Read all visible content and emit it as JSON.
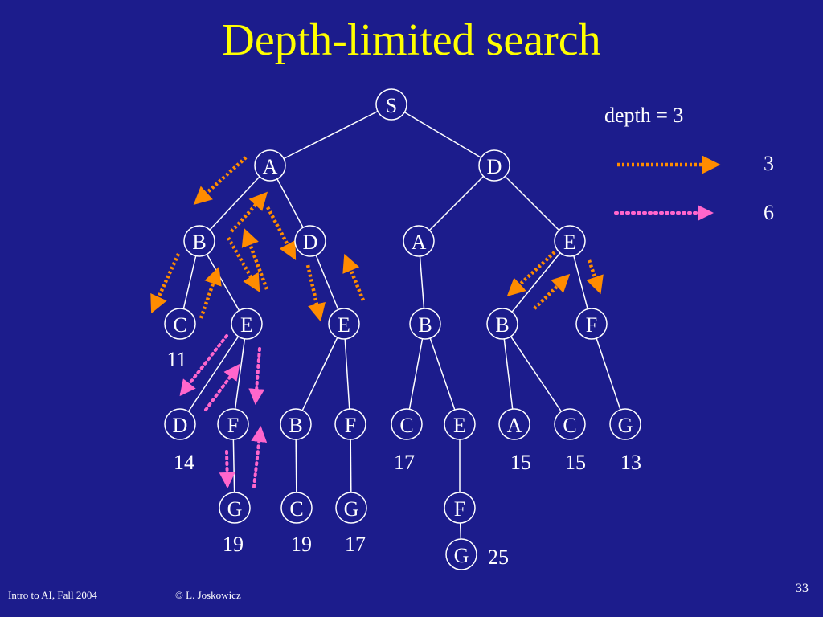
{
  "slide": {
    "title": "Depth-limited search",
    "footer_course": "Intro to AI,  Fall 2004",
    "footer_author": "© L. Joskowicz",
    "page_number": "33"
  },
  "legend": {
    "depth_label": "depth = 3",
    "orange_value": "3",
    "pink_value": "6"
  },
  "colors": {
    "background": "#1c1c8c",
    "title": "#ffff00",
    "orange_arrow": "#ff8c00",
    "pink_arrow": "#ff66cc",
    "lines": "#ffffff"
  },
  "nodes": [
    {
      "id": "s",
      "label": "S"
    },
    {
      "id": "a1",
      "label": "A"
    },
    {
      "id": "d1",
      "label": "D"
    },
    {
      "id": "b2",
      "label": "B"
    },
    {
      "id": "d2",
      "label": "D"
    },
    {
      "id": "a2",
      "label": "A"
    },
    {
      "id": "e2",
      "label": "E"
    },
    {
      "id": "c3",
      "label": "C",
      "cost": "11"
    },
    {
      "id": "e3a",
      "label": "E"
    },
    {
      "id": "e3b",
      "label": "E"
    },
    {
      "id": "b3a",
      "label": "B"
    },
    {
      "id": "b3b",
      "label": "B"
    },
    {
      "id": "f3",
      "label": "F"
    },
    {
      "id": "d4",
      "label": "D",
      "cost": "14"
    },
    {
      "id": "f4a",
      "label": "F"
    },
    {
      "id": "b4",
      "label": "B"
    },
    {
      "id": "f4b",
      "label": "F"
    },
    {
      "id": "c4a",
      "label": "C",
      "cost": "17"
    },
    {
      "id": "e4",
      "label": "E"
    },
    {
      "id": "a4",
      "label": "A",
      "cost": "15"
    },
    {
      "id": "c4b",
      "label": "C",
      "cost": "15"
    },
    {
      "id": "g4",
      "label": "G",
      "cost": "13"
    },
    {
      "id": "g5a",
      "label": "G",
      "cost": "19"
    },
    {
      "id": "c5",
      "label": "C",
      "cost": "19"
    },
    {
      "id": "g5b",
      "label": "G",
      "cost": "17"
    },
    {
      "id": "f5",
      "label": "F"
    },
    {
      "id": "g6",
      "label": "G",
      "cost": "25"
    }
  ]
}
